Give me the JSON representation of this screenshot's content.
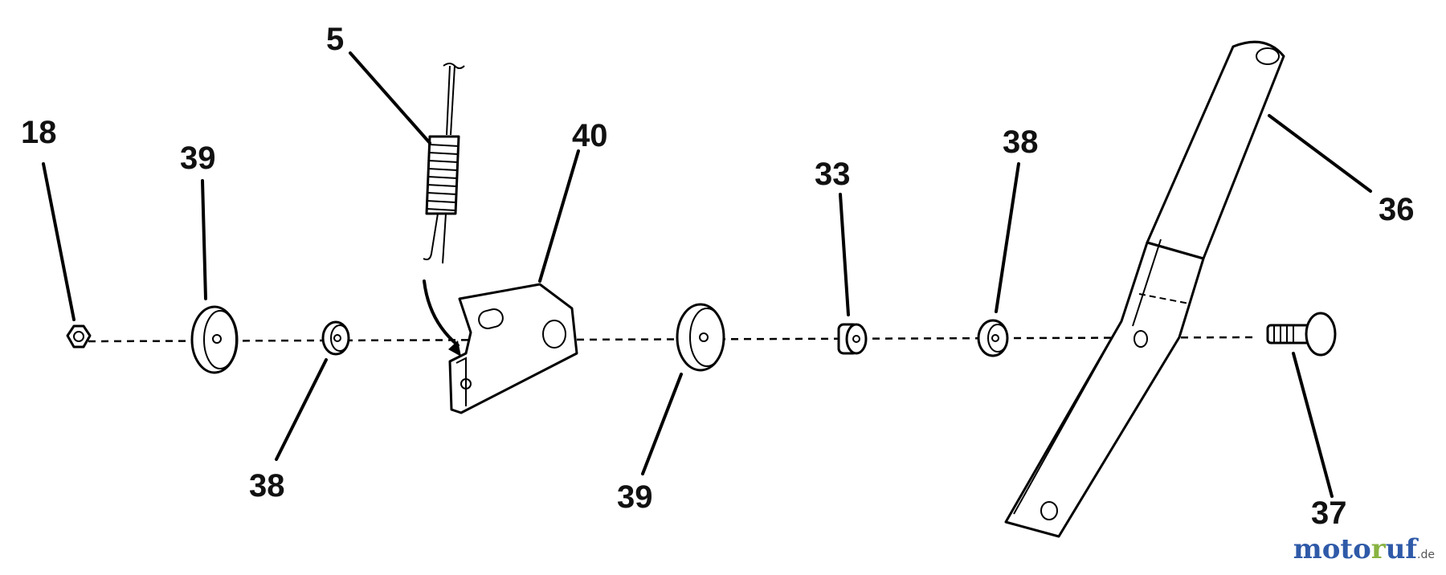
{
  "callouts": {
    "c18": "18",
    "c39a": "39",
    "c5": "5",
    "c40": "40",
    "c33": "33",
    "c38a": "38",
    "c36": "36",
    "c38b": "38",
    "c39b": "39",
    "c37": "37"
  },
  "watermark": {
    "part1": "moto",
    "part2": "r",
    "part3": "uf",
    "tld": ".de"
  }
}
